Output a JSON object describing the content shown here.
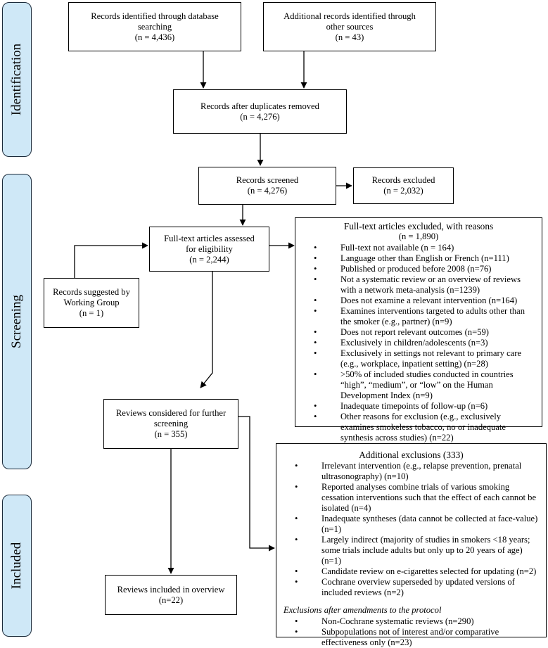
{
  "phases": {
    "identification": "Identification",
    "screening": "Screening",
    "included": "Included"
  },
  "boxes": {
    "database": {
      "line1": "Records identified through database",
      "line2": "searching",
      "count": "(n = 4,436)"
    },
    "other_sources": {
      "line1": "Additional records identified through",
      "line2": "other sources",
      "count": "(n = 43)"
    },
    "dedup": {
      "line1": "Records after duplicates removed",
      "count": "(n = 4,276)"
    },
    "screened": {
      "line1": "Records screened",
      "count": "(n = 4,276)"
    },
    "excluded": {
      "line1": "Records excluded",
      "count": "(n = 2,032)"
    },
    "fulltext": {
      "line1": "Full-text articles assessed",
      "line2": "for eligibility",
      "count": "(n = 2,244)"
    },
    "working_group": {
      "line1": "Records suggested by",
      "line2": "Working Group",
      "count": "(n = 1)"
    },
    "further": {
      "line1": "Reviews considered for further",
      "line2": "screening",
      "count": "(n = 355)"
    },
    "included": {
      "line1": "Reviews included in overview",
      "count": "(n=22)"
    }
  },
  "fulltext_excluded": {
    "title": "Full-text articles excluded, with reasons",
    "count": "(n = 1,890)",
    "items": [
      "Full-text not available (n = 164)",
      "Language other than English or French (n=111)",
      "Published or produced before 2008 (n=76)",
      "Not a systematic review or an overview of reviews with a network meta-analysis (n=1239)",
      "Does not examine a relevant intervention (n=164)",
      "Examines interventions targeted to adults other than the smoker (e.g., partner) (n=9)",
      "Does not report relevant outcomes (n=59)",
      "Exclusively in children/adolescents (n=3)",
      "Exclusively in settings not relevant to primary care (e.g., workplace, inpatient setting) (n=28)",
      ">50% of included studies conducted in countries “high”, “medium”, or “low” on the Human Development Index (n=9)",
      "Inadequate timepoints of follow-up (n=6)",
      "Other reasons for exclusion (e.g., exclusively examines smokeless tobacco, no or inadequate synthesis across studies) (n=22)"
    ]
  },
  "additional_exclusions": {
    "title": "Additional exclusions (333)",
    "items": [
      "Irrelevant intervention (e.g., relapse prevention, prenatal ultrasonography) (n=10)",
      "Reported analyses combine trials of various smoking cessation interventions such that the effect of each cannot be isolated (n=4)",
      "Inadequate syntheses (data cannot be collected at face-value) (n=1)",
      "Largely indirect (majority of studies in smokers <18 years; some trials include adults but only up to 20 years of age) (n=1)",
      "Candidate review on e-cigarettes selected for updating (n=2)",
      "Cochrane overview superseded by updated versions of included reviews (n=2)"
    ],
    "subheading": "Exclusions after amendments to the protocol",
    "sub_items": [
      "Non-Cochrane systematic reviews (n=290)",
      "Subpopulations not of interest and/or comparative effectiveness only (n=23)"
    ]
  }
}
